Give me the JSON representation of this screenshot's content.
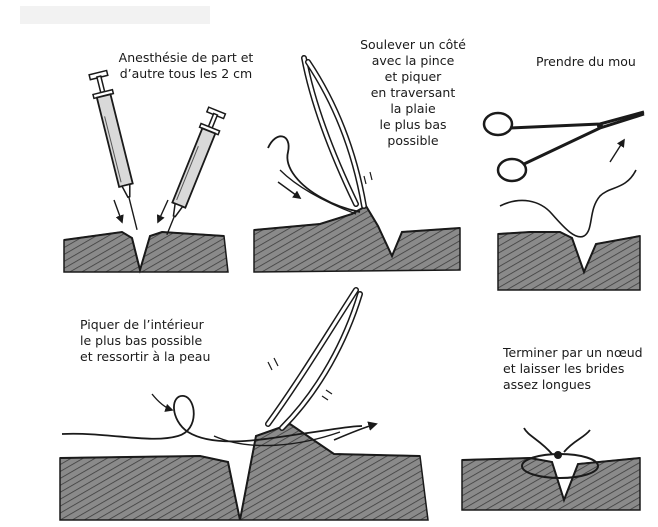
{
  "captions": [
    {
      "id": "anesthesia",
      "lines": [
        "Anesthésie de part et",
        "d’autre tous les 2 cm"
      ]
    },
    {
      "id": "lift-side",
      "lines": [
        "Soulever un côté",
        "avec la pince",
        "et piquer",
        "en traversant",
        "la plaie",
        "le plus bas",
        "possible"
      ]
    },
    {
      "id": "take-slack",
      "lines": [
        "Prendre du mou"
      ]
    },
    {
      "id": "inside-pierce",
      "lines": [
        "Piquer de l’intérieur",
        "le plus bas possible",
        "et ressortir à la peau"
      ]
    },
    {
      "id": "finish-knot",
      "lines": [
        "Terminer par un nœud",
        "et laisser les brides",
        "assez longues"
      ]
    }
  ],
  "colors": {
    "skin": "#8a8a8a",
    "skin_dark": "#4a4a4a",
    "ink": "#1a1a1a",
    "page": "#ffffff",
    "ghost_text": "#c9c9c9"
  },
  "icons": [
    "syringe-icon",
    "forceps-icon",
    "needle-holder-icon",
    "arrow-icon",
    "suture-thread-icon",
    "knot-icon"
  ]
}
